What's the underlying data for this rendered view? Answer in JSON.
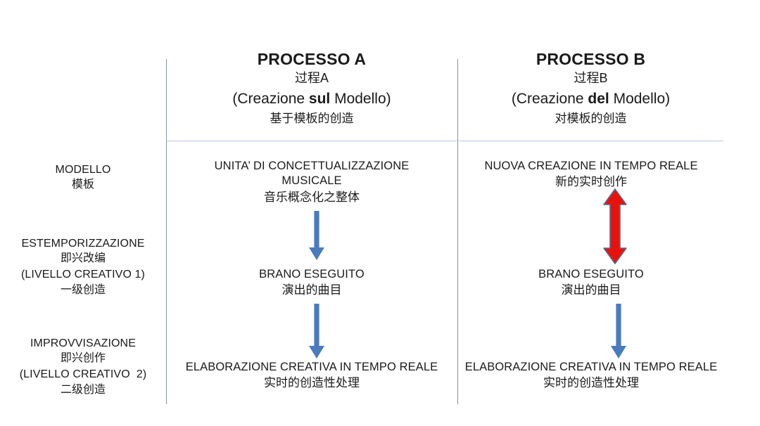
{
  "slide": {
    "background_color": "#ffffff",
    "divider_color": "#8494a3",
    "hrule_color": "#b9c6e0"
  },
  "columns": [
    {
      "id": "processo-a",
      "title": "PROCESSO A",
      "title_cn": "过程A",
      "subtitle_prefix": "(Creazione ",
      "subtitle_bold": "sul",
      "subtitle_suffix": " Modello",
      "subtitle_close": ")",
      "subtitle_cn": "基于模板的创造",
      "nodes": [
        {
          "id": "a-node-1",
          "it": "UNITA’ DI CONCETTUALIZZAZIONE\nMUSICALE",
          "cn": "音乐概念化之整体"
        },
        {
          "id": "a-node-2",
          "it": "BRANO ESEGUITO",
          "cn": "演出的曲目"
        },
        {
          "id": "a-node-3",
          "it": "ELABORAZIONE CREATIVA IN TEMPO REALE",
          "cn": "实时的创造性处理"
        }
      ],
      "arrows": [
        {
          "id": "a-arrow-1",
          "direction": "down",
          "color": "#4a7bbd"
        },
        {
          "id": "a-arrow-2",
          "direction": "down",
          "color": "#4a7bbd"
        }
      ]
    },
    {
      "id": "processo-b",
      "title": "PROCESSO B",
      "title_cn": "过程B",
      "subtitle_prefix": "(Creazione ",
      "subtitle_bold": "del",
      "subtitle_suffix": " Modello",
      "subtitle_close": ")",
      "subtitle_cn": "对模板的创造",
      "nodes": [
        {
          "id": "b-node-1",
          "it": "NUOVA CREAZIONE IN TEMPO REALE",
          "cn": "新的实时创作"
        },
        {
          "id": "b-node-2",
          "it": "BRANO ESEGUITO",
          "cn": "演出的曲目"
        },
        {
          "id": "b-node-3",
          "it": "ELABORAZIONE CREATIVA IN TEMPO REALE",
          "cn": "实时的创造性处理"
        }
      ],
      "arrows": [
        {
          "id": "b-arrow-1",
          "direction": "bidirectional",
          "color": "#e8120c"
        },
        {
          "id": "b-arrow-2",
          "direction": "down",
          "color": "#4a7bbd"
        }
      ]
    }
  ],
  "sidebar": {
    "rows": [
      {
        "id": "row-modello",
        "it": "MODELLO",
        "cn": "模板",
        "it2": "",
        "cn2": ""
      },
      {
        "id": "row-estemporizzazione",
        "it": "ESTEMPORIZZAZIONE",
        "cn": "即兴改编",
        "it2": "(LIVELLO CREATIVO 1)",
        "cn2": "一级创造"
      },
      {
        "id": "row-improvvisazione",
        "it": "IMPROVVISAZIONE",
        "cn": "即兴创作",
        "it2": "(LIVELLO CREATIVO  2)",
        "cn2": "二级创造"
      }
    ]
  }
}
